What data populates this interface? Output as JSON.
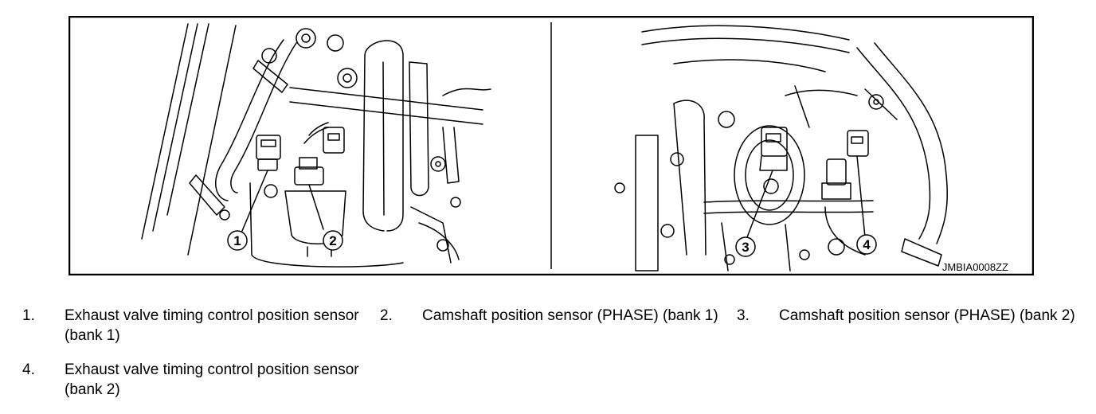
{
  "figure": {
    "code": "JMBIA0008ZZ",
    "callouts": [
      "1",
      "2",
      "3",
      "4"
    ]
  },
  "legend": [
    {
      "num": "1.",
      "text": "Exhaust valve timing control position sensor (bank 1)"
    },
    {
      "num": "2.",
      "text": "Camshaft position sensor (PHASE) (bank 1)"
    },
    {
      "num": "3.",
      "text": "Camshaft position sensor (PHASE) (bank 2)"
    },
    {
      "num": "4.",
      "text": "Exhaust valve timing control position sensor (bank 2)"
    }
  ]
}
